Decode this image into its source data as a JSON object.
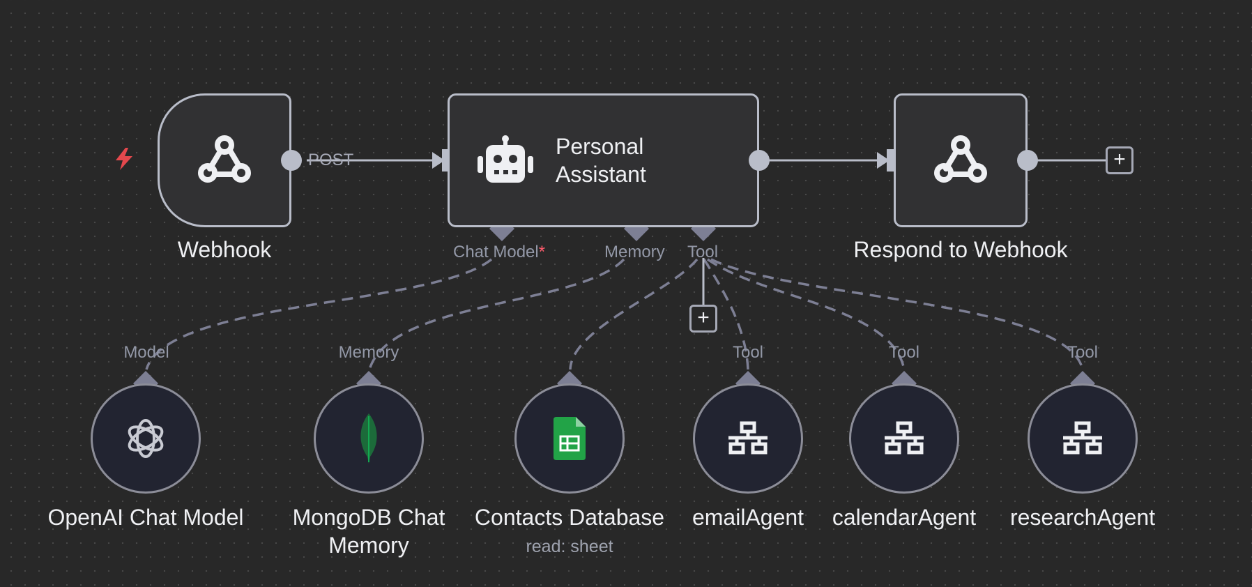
{
  "nodes": {
    "webhook": {
      "label": "Webhook",
      "icon": "webhook-icon"
    },
    "assistant": {
      "label_line1": "Personal",
      "label_line2": "Assistant",
      "icon": "robot-icon"
    },
    "respond": {
      "label": "Respond to Webhook",
      "icon": "webhook-icon"
    },
    "openai": {
      "label": "OpenAI Chat Model",
      "icon": "openai-icon",
      "port": "Model"
    },
    "mongodb": {
      "label": "MongoDB Chat Memory",
      "icon": "mongodb-leaf-icon",
      "port": "Memory"
    },
    "contacts": {
      "label": "Contacts Database",
      "subtitle": "read: sheet",
      "icon": "google-sheets-icon"
    },
    "email": {
      "label": "emailAgent",
      "icon": "sitemap-icon",
      "port": "Tool"
    },
    "calendar": {
      "label": "calendarAgent",
      "icon": "sitemap-icon",
      "port": "Tool"
    },
    "research": {
      "label": "researchAgent",
      "icon": "sitemap-icon",
      "port": "Tool"
    }
  },
  "connections": {
    "webhook_output": "POST",
    "assistant_ports": {
      "chat_model": "Chat Model",
      "chat_model_required": "*",
      "memory": "Memory",
      "tool": "Tool"
    }
  },
  "add_symbol": "+",
  "colors": {
    "canvas": "#282828",
    "node_border": "#b9bdc9",
    "node_bg": "#313133",
    "sub_node_bg": "#222431",
    "connector": "#7d7f94",
    "trigger_bolt": "#e5484d",
    "sheets_green": "#22a347",
    "mongodb_green": "#13aa52"
  }
}
